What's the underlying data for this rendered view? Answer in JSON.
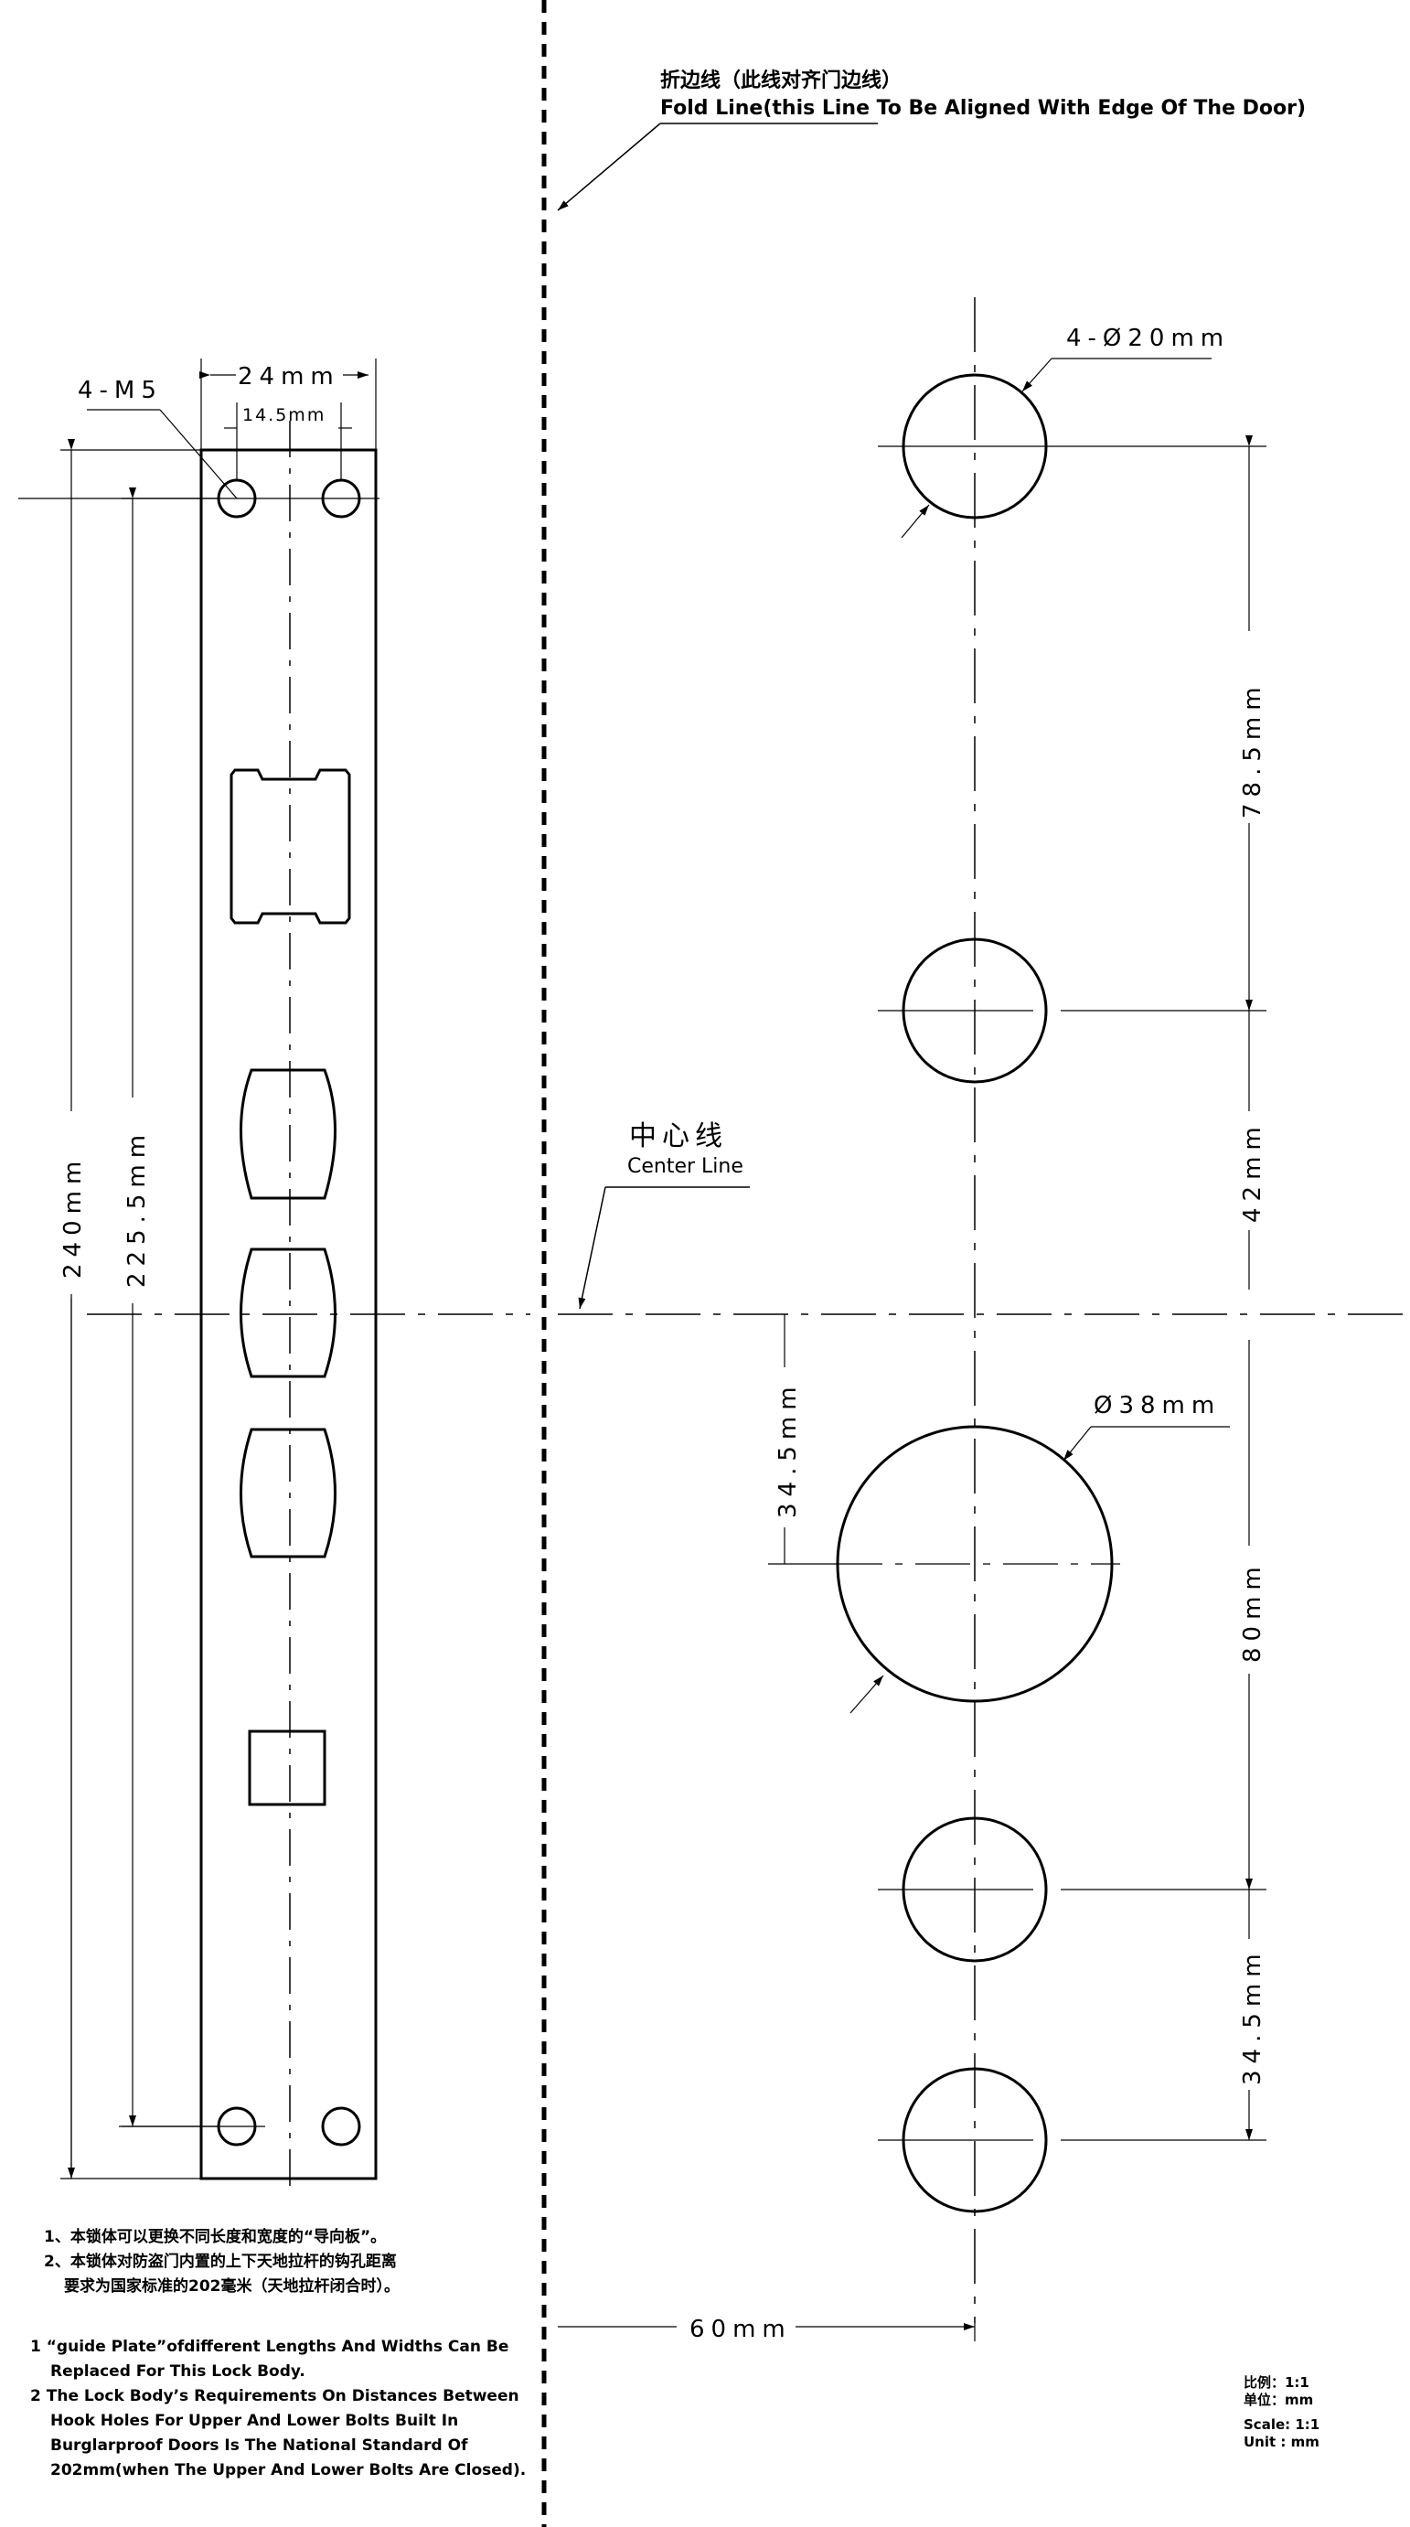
{
  "fold_line": {
    "label_cn": "折边线（此线对齐门边线）",
    "label_en": "Fold Line(this Line To Be Aligned With Edge Of The Door)"
  },
  "center_line": {
    "label_cn": "中心线",
    "label_en": "Center Line"
  },
  "plate": {
    "hole_label": "4-M5",
    "width_label": "24mm",
    "hole_spacing_label": "14.5mm",
    "height_label": "240mm",
    "hole_pitch_label": "225.5mm"
  },
  "template": {
    "small_hole_label": "4-Ø20mm",
    "large_hole_label": "Ø38mm",
    "dim_78_5": "78.5mm",
    "dim_42": "42mm",
    "dim_80": "80mm",
    "dim_34_5_bottom": "34.5mm",
    "dim_34_5_left": "34.5mm",
    "dim_60": "60mm"
  },
  "notes_cn": [
    "1、本锁体可以更换不同长度和宽度的“导向板”。",
    "2、本锁体对防盗门内置的上下天地拉杆的钩孔距离",
    "要求为国家标准的202毫米（天地拉杆闭合时）。"
  ],
  "notes_en": [
    "1 “guide Plate”ofdifferent Lengths And Widths Can Be",
    "Replaced For This Lock Body.",
    "2 The Lock Body’s Requirements On Distances Between",
    "Hook Holes For Upper And Lower Bolts Built In",
    "Burglarproof Doors Is The National Standard Of",
    "202mm(when The Upper And Lower Bolts Are Closed)."
  ],
  "scale_block": {
    "scale_cn": "比例：1:1",
    "unit_cn": "单位：mm",
    "scale_en": "Scale:  1:1",
    "unit_en": "Unit : mm"
  }
}
